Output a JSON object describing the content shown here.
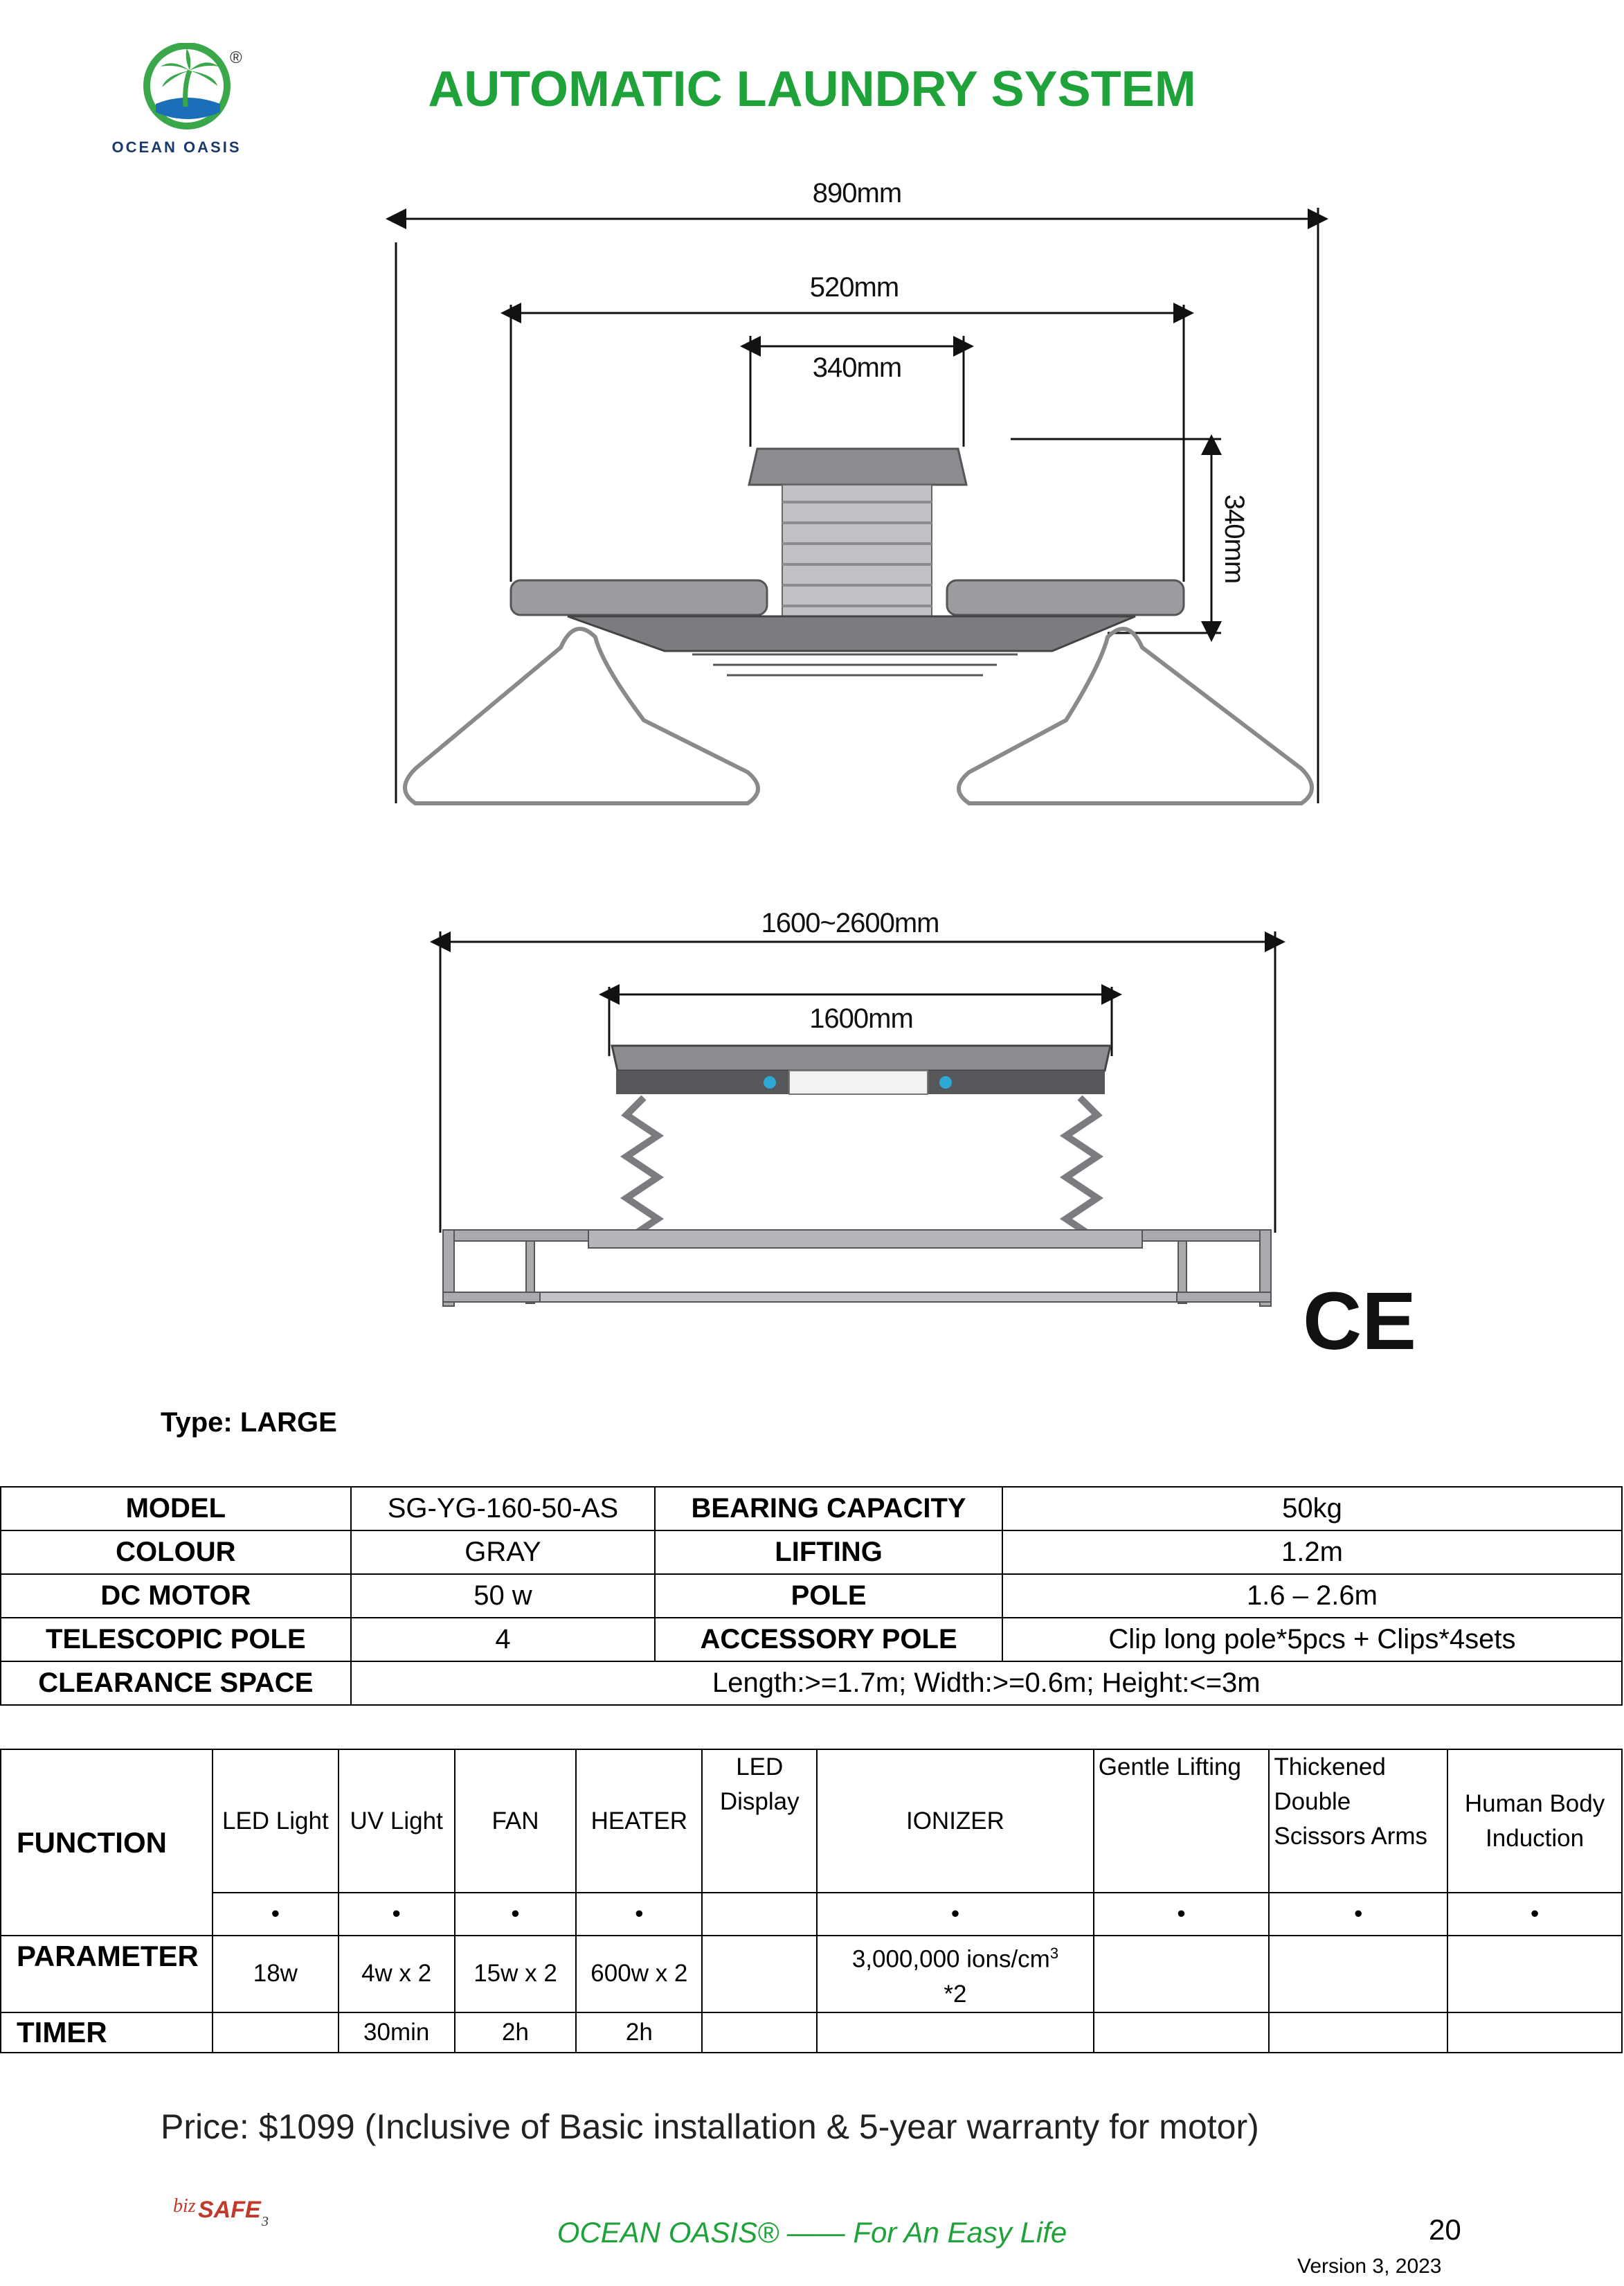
{
  "header": {
    "brand": "OCEAN OASIS",
    "registered_mark": "®",
    "title": "AUTOMATIC LAUNDRY SYSTEM"
  },
  "diagram_top": {
    "width_total": "890mm",
    "width_mid": "520mm",
    "width_top": "340mm",
    "height": "340mm"
  },
  "diagram_bottom": {
    "length_range": "1600~2600mm",
    "length_base": "1600mm"
  },
  "certification": "CE",
  "type_label": "Type: LARGE",
  "spec_table": {
    "rows": [
      {
        "k1": "MODEL",
        "v1": "SG-YG-160-50-AS",
        "k2": "BEARING CAPACITY",
        "v2": "50kg"
      },
      {
        "k1": "COLOUR",
        "v1": "GRAY",
        "k2": "LIFTING",
        "v2": "1.2m"
      },
      {
        "k1": "DC MOTOR",
        "v1": "50 w",
        "k2": "POLE",
        "v2": "1.6 – 2.6m"
      },
      {
        "k1": "TELESCOPIC POLE",
        "v1": "4",
        "k2": "ACCESSORY POLE",
        "v2": "Clip long pole*5pcs + Clips*4sets"
      }
    ],
    "clearance": {
      "k": "CLEARANCE SPACE",
      "v": "Length:>=1.7m; Width:>=0.6m; Height:<=3m"
    }
  },
  "function_table": {
    "row_labels": {
      "function": "FUNCTION",
      "parameter": "PARAMETER",
      "timer": "TIMER"
    },
    "headers": [
      "LED Light",
      "UV Light",
      "FAN",
      "HEATER",
      "LED Display",
      "IONIZER",
      "Gentle Lifting",
      "Thickened Double Scissors Arms",
      "Human Body Induction"
    ],
    "dot": "•",
    "parameter": {
      "led": "18w",
      "uv": "4w x 2",
      "fan": "15w x 2",
      "heater": "600w x 2",
      "ionizer": "3,000,000 ions/cm",
      "ionizer_sup": "3",
      "ionizer_mult": "*2"
    },
    "timer": {
      "uv": "30min",
      "fan": "2h",
      "heater": "2h"
    }
  },
  "price": "Price: $1099 (Inclusive of Basic installation & 5-year warranty for motor)",
  "footer": {
    "bizsafe_logo": "bizSAFE 3",
    "slogan": "OCEAN OASIS® —— For An Easy Life",
    "page_number": "20",
    "version": "Version 3, 2023"
  },
  "colors": {
    "brand_green": "#1fa23a",
    "logo_blue": "#1a3a6a"
  }
}
